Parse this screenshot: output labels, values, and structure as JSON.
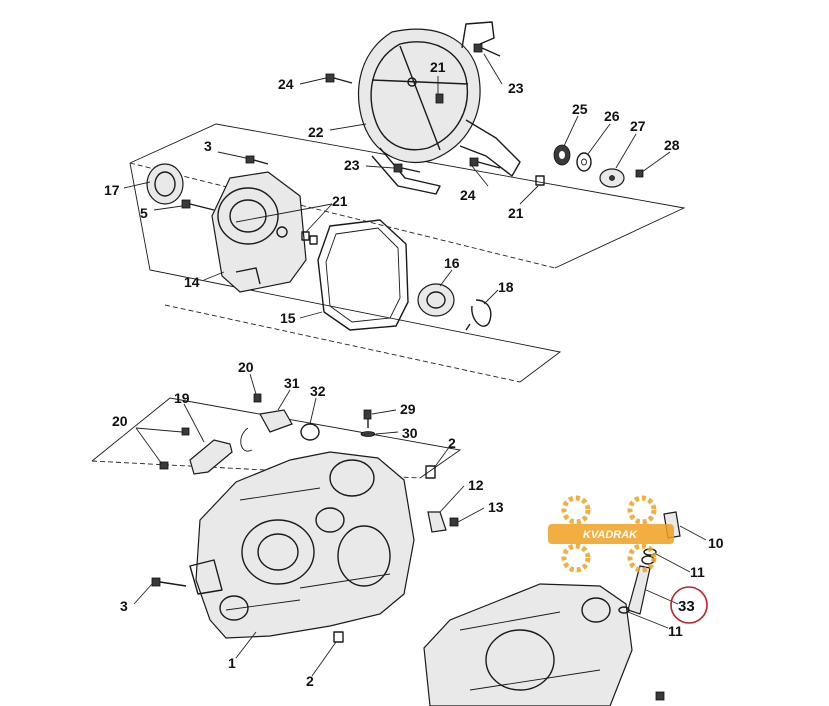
{
  "callouts": [
    {
      "id": "c24a",
      "label": "24"
    },
    {
      "id": "c21a",
      "label": "21"
    },
    {
      "id": "c23a",
      "label": "23"
    },
    {
      "id": "c22",
      "label": "22"
    },
    {
      "id": "c25",
      "label": "25"
    },
    {
      "id": "c26",
      "label": "26"
    },
    {
      "id": "c27",
      "label": "27"
    },
    {
      "id": "c28",
      "label": "28"
    },
    {
      "id": "c3a",
      "label": "3"
    },
    {
      "id": "c23b",
      "label": "23"
    },
    {
      "id": "c17",
      "label": "17"
    },
    {
      "id": "c24b",
      "label": "24"
    },
    {
      "id": "c21b",
      "label": "21"
    },
    {
      "id": "c5",
      "label": "5"
    },
    {
      "id": "c21c",
      "label": "21"
    },
    {
      "id": "c14",
      "label": "14"
    },
    {
      "id": "c16",
      "label": "16"
    },
    {
      "id": "c18",
      "label": "18"
    },
    {
      "id": "c15",
      "label": "15"
    },
    {
      "id": "c20a",
      "label": "20"
    },
    {
      "id": "c31",
      "label": "31"
    },
    {
      "id": "c32",
      "label": "32"
    },
    {
      "id": "c19",
      "label": "19"
    },
    {
      "id": "c29",
      "label": "29"
    },
    {
      "id": "c20b",
      "label": "20"
    },
    {
      "id": "c30",
      "label": "30"
    },
    {
      "id": "c2a",
      "label": "2"
    },
    {
      "id": "c12",
      "label": "12"
    },
    {
      "id": "c13",
      "label": "13"
    },
    {
      "id": "c10",
      "label": "10"
    },
    {
      "id": "c11a",
      "label": "11"
    },
    {
      "id": "c33",
      "label": "33"
    },
    {
      "id": "c11b",
      "label": "11"
    },
    {
      "id": "c3b",
      "label": "3"
    },
    {
      "id": "c1",
      "label": "1"
    },
    {
      "id": "c2b",
      "label": "2"
    }
  ],
  "highlight": {
    "label": "33",
    "ring_color": "#c0202a"
  },
  "watermark": {
    "text": "KVADRAK",
    "color": "#f0a020"
  }
}
